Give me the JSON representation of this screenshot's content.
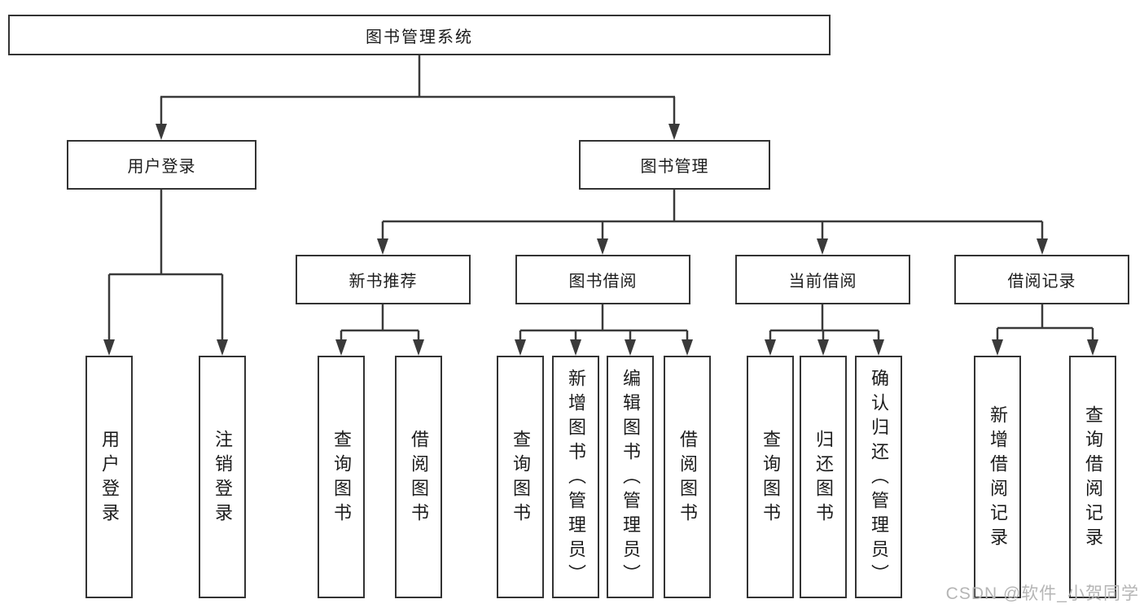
{
  "diagram": {
    "type": "hierarchy",
    "tree": {
      "root": {
        "label": "图书管理系统",
        "children": [
          {
            "label": "用户登录",
            "children": [
              {
                "label": "用户登录"
              },
              {
                "label": "注销登录"
              }
            ]
          },
          {
            "label": "图书管理",
            "children": [
              {
                "label": "新书推荐",
                "children": [
                  {
                    "label": "查询图书"
                  },
                  {
                    "label": "借阅图书"
                  }
                ]
              },
              {
                "label": "图书借阅",
                "children": [
                  {
                    "label": "查询图书"
                  },
                  {
                    "label": "新增图书（管理员）"
                  },
                  {
                    "label": "编辑图书（管理员）"
                  },
                  {
                    "label": "借阅图书"
                  }
                ]
              },
              {
                "label": "当前借阅",
                "children": [
                  {
                    "label": "查询图书"
                  },
                  {
                    "label": "归还图书"
                  },
                  {
                    "label": "确认归还（管理员）"
                  }
                ]
              },
              {
                "label": "借阅记录",
                "children": [
                  {
                    "label": "新增借阅记录"
                  },
                  {
                    "label": "查询借阅记录"
                  }
                ]
              }
            ]
          }
        ]
      }
    }
  },
  "watermark": {
    "text": "CSDN @软件_小贺同学"
  },
  "colors": {
    "background": "#ffffff",
    "line": "#3a3a3a",
    "box_border": "#333333",
    "text": "#1c1c1c",
    "watermark": "#b5b5b5"
  }
}
